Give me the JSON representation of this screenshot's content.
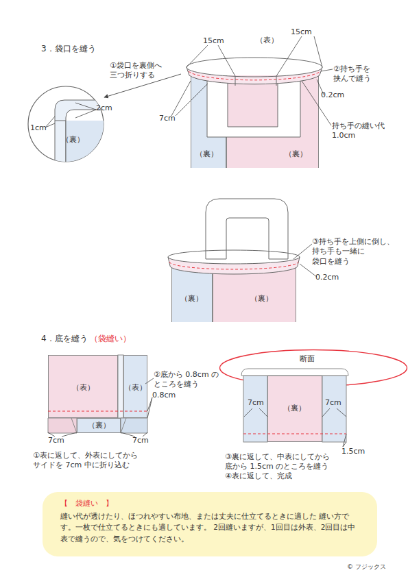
{
  "diagram": {
    "nodes": [
      {
        "text": [
          "2cm",
          "1cm",
          "（裏）"
        ]
      },
      {
        "text": [
          "（裏）"
        ]
      },
      {
        "text": [
          "（裏）"
        ]
      },
      {
        "text": [
          "（裏）"
        ]
      },
      {
        "text": [
          "（裏）"
        ]
      },
      {
        "text": [
          "（表）"
        ]
      },
      {
        "text": [
          "（表）"
        ]
      },
      {
        "text": [
          "（裏）"
        ]
      },
      {
        "text": [
          "断面"
        ]
      },
      {
        "text": [
          "（裏）"
        ]
      },
      {
        "text": [
          "【　袋縫い　】",
          "縫い代が透けたり、ほつれやすい布地、または丈夫に仕立てるときに適した 縫い方です。一枚で仕立てるときにも適しています。 2回縫いますが、1回目は外表、2回目は中表で縫うので、気をつけてください。"
        ]
      }
    ],
    "labels": [
      "3．袋口を縫う",
      "15cm",
      "（表）",
      "15cm",
      "①袋口を裏側へ 三つ折りする",
      "②持ち手を 挟んで縫う",
      "0.2cm",
      "7cm",
      "持ち手の縫い代 1.0cm",
      "③持ち手を上側に倒し、 持ち手も一緒に 袋口を縫う",
      "0.2cm",
      "4．底を縫う",
      "（袋縫い）",
      "②底から 0.8cm の ところを縫う",
      "0.8cm",
      "7cm",
      "7cm",
      "①表に返して、外表にしてから サイドを 7cm 中に折り込む",
      "7cm",
      "7cm",
      "1.5cm",
      "③裏に返して、中表にしてから 底から 1.5cm のところを縫う",
      "④表に返して、完成",
      "© フジックス"
    ]
  }
}
